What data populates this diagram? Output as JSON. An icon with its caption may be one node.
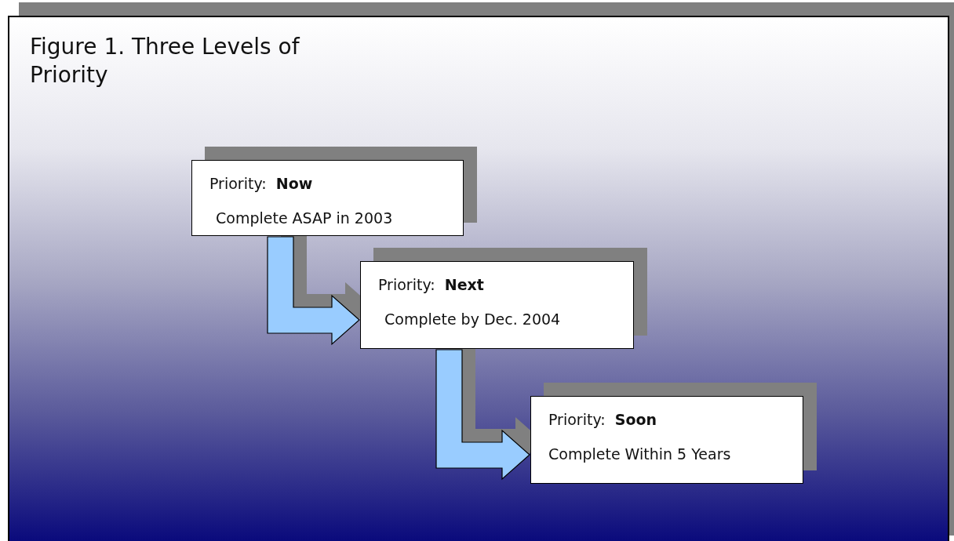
{
  "diagram": {
    "title": "Figure 1. Three Levels of Priority",
    "nodes": [
      {
        "text": [
          "Priority:  **Now**",
          "Complete ASAP in 2003"
        ]
      },
      {
        "text": [
          "Priority:  **Next**",
          "Complete by Dec. 2004"
        ]
      },
      {
        "text": [
          "Priority:  **Soon**",
          "Complete Within 5 Years"
        ]
      }
    ],
    "edges": [
      {
        "from": 0,
        "to": 1,
        "arrow": "to"
      },
      {
        "from": 1,
        "to": 2,
        "arrow": "to"
      }
    ]
  }
}
